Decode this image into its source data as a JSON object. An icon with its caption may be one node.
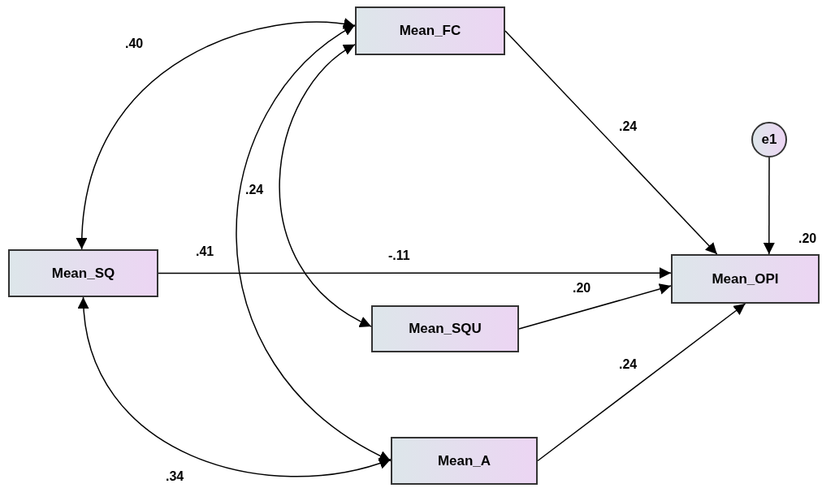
{
  "diagram": {
    "nodes": [
      {
        "text": [
          "Mean_FC"
        ]
      },
      {
        "text": [
          "e1"
        ]
      },
      {
        "text": [
          "Mean_SQ"
        ]
      },
      {
        "text": [
          "Mean_OPI"
        ],
        "beside": [
          ".20"
        ]
      },
      {
        "text": [
          "Mean_SQU"
        ]
      },
      {
        "text": [
          "Mean_A"
        ]
      }
    ],
    "edges": [
      {
        "from": 0,
        "to": 3,
        "arrow": "to",
        "label": ".24"
      },
      {
        "from": 1,
        "to": 3,
        "arrow": "to"
      },
      {
        "from": 2,
        "to": 3,
        "arrow": "to",
        "label": "-.11"
      },
      {
        "from": 4,
        "to": 3,
        "arrow": "to",
        "label": ".20"
      },
      {
        "from": 5,
        "to": 3,
        "arrow": "to",
        "label": ".24"
      },
      {
        "from": 0,
        "to": 2,
        "arrow": "both",
        "label": ".40"
      },
      {
        "from": 0,
        "to": 4,
        "arrow": "both",
        "label": ".24"
      },
      {
        "from": 0,
        "to": 5,
        "arrow": "both",
        "label": ".41"
      },
      {
        "from": 2,
        "to": 5,
        "arrow": "both",
        "label": ".34"
      }
    ]
  }
}
